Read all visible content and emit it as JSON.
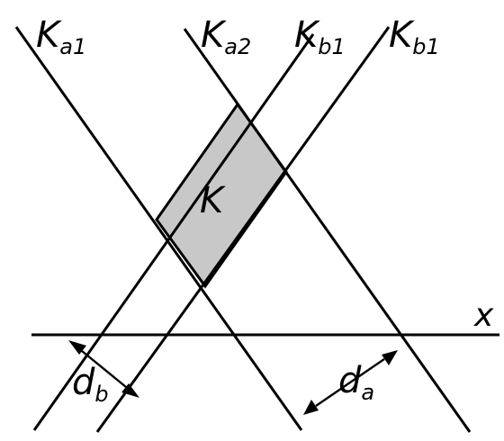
{
  "labels": {
    "ka1": {
      "main": "K",
      "sub": "a1"
    },
    "ka2": {
      "main": "K",
      "sub": "a2"
    },
    "kb1_left": {
      "main": "K",
      "sub": "b1"
    },
    "kb1_right": {
      "main": "K",
      "sub": "b1"
    },
    "region": "K",
    "x_axis": "x",
    "db": {
      "main": "d",
      "sub": "b"
    },
    "da": {
      "main": "d",
      "sub": "a"
    }
  },
  "colors": {
    "line": "#000000",
    "region_fill": "#c8c8c8",
    "background": "#ffffff"
  }
}
